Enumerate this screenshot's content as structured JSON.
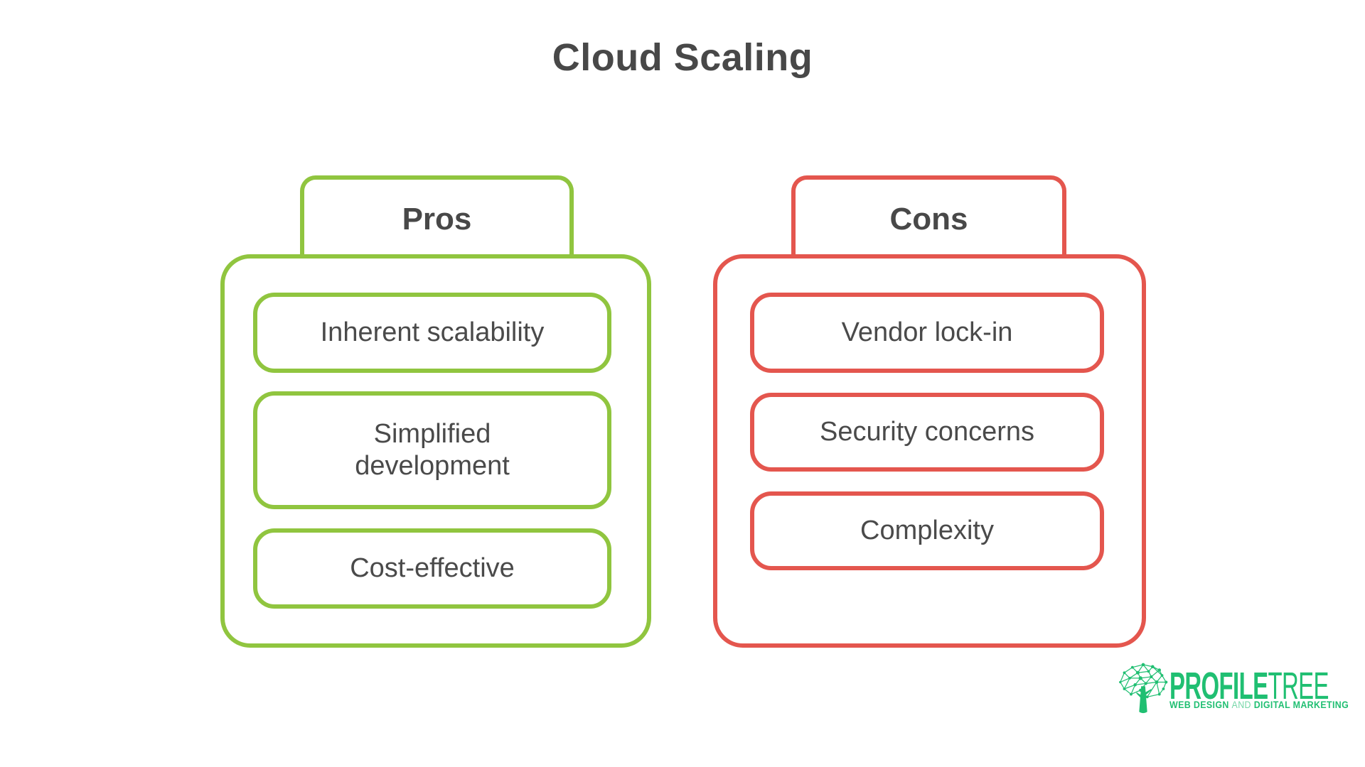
{
  "title": "Cloud Scaling",
  "colors": {
    "green": "#90C53F",
    "red": "#E4564E",
    "text_dark": "#484848",
    "text_item": "#4A4A4A",
    "logo_green": "#20BF72"
  },
  "pros": {
    "header": "Pros",
    "items": [
      "Inherent scalability",
      "Simplified development",
      "Cost-effective"
    ]
  },
  "cons": {
    "header": "Cons",
    "items": [
      "Vendor lock-in",
      "Security concerns",
      "Complexity"
    ]
  },
  "logo": {
    "brand_bold": "PROFILE",
    "brand_light": "TREE",
    "tagline_part1": "WEB DESIGN",
    "tagline_and": "AND",
    "tagline_part2": "DIGITAL MARKETING",
    "icon": "tree-network-icon"
  }
}
